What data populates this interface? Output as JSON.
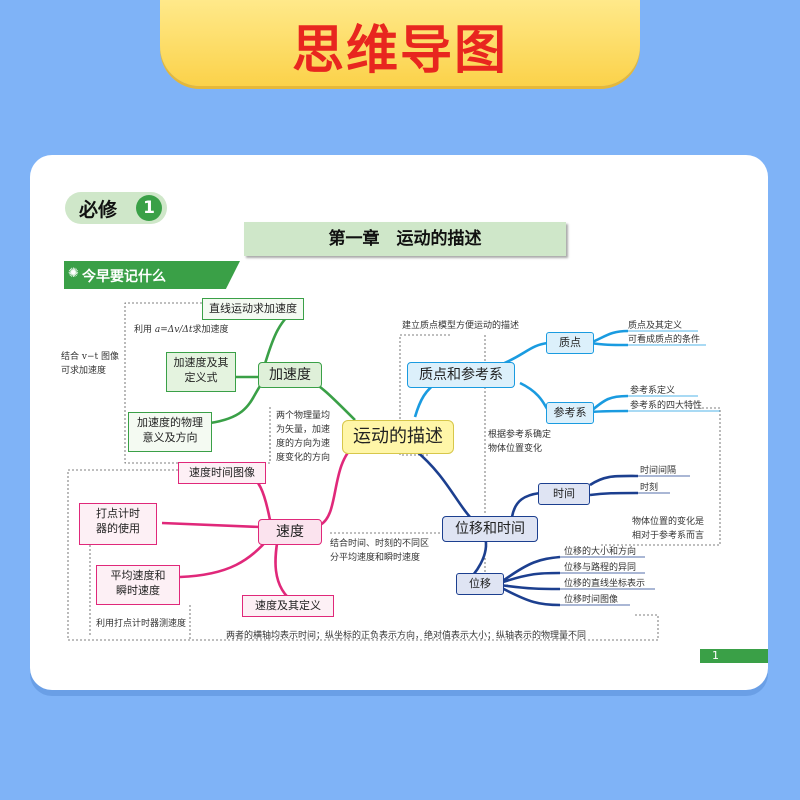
{
  "banner": {
    "title": "思维导图"
  },
  "tag": {
    "label": "必修",
    "number": "1"
  },
  "chapter": {
    "title": "第一章　运动的描述"
  },
  "section": {
    "label": "今早要记什么"
  },
  "page_number": "1",
  "center": {
    "label": "运动的描述"
  },
  "nodes": {
    "acceleration": "加速度",
    "velocity": "速度",
    "particle_frame": "质点和参考系",
    "displacement_time": "位移和时间",
    "particle": "质点",
    "frame": "参考系",
    "time": "时间",
    "displacement": "位移"
  },
  "leaves": {
    "accel_from_line": "直线运动求加速度",
    "accel_def_line1": "加速度及其",
    "accel_def_line2": "定义式",
    "accel_phys_line1": "加速度的物理",
    "accel_phys_line2": "意义及方向",
    "vel_graph": "速度时间图像",
    "timer_line1": "打点计时",
    "timer_line2": "器的使用",
    "avg_line1": "平均速度和",
    "avg_line2": "瞬时速度",
    "vel_def": "速度及其定义",
    "particle_def": "质点及其定义",
    "particle_cond": "可看成质点的条件",
    "frame_def": "参考系定义",
    "frame_four": "参考系的四大特性",
    "time_interval": "时间间隔",
    "time_moment": "时刻",
    "disp_mag": "位移的大小和方向",
    "disp_path": "位移与路程的异同",
    "disp_coord": "位移的直线坐标表示",
    "disp_graph": "位移时间图像"
  },
  "notes": {
    "use_formula": "利用",
    "formula": "a=Δv/Δt",
    "formula_tail": "求加速度",
    "vt_line1": "结合 v−t 图像",
    "vt_line2": "可求加速度",
    "vector_line1": "两个物理量均",
    "vector_line2": "为矢量，加速",
    "vector_line3": "度的方向为速",
    "vector_line4": "度变化的方向",
    "model": "建立质点模型方便运动的描述",
    "frame_line1": "根据参考系确定",
    "frame_line2": "物体位置变化",
    "pos_line1": "物体位置的变化是",
    "pos_line2": "相对于参考系而言",
    "combine_line1": "结合时间、时刻的不同区",
    "combine_line2": "分平均速度和瞬时速度",
    "timer_measure": "利用打点计时器测速度",
    "graph_axes": "两者的横轴均表示时间；纵坐标的正负表示方向，绝对值表示大小；纵轴表示的物理量不同"
  },
  "colors": {
    "background": "#7fb3f7",
    "banner": "#fbd24a",
    "title": "#e8261f",
    "green": "#3aa047",
    "pink": "#e0287a",
    "blue": "#1a9be0",
    "navy": "#1c3f8f",
    "center_fill": "#fff6a8"
  }
}
